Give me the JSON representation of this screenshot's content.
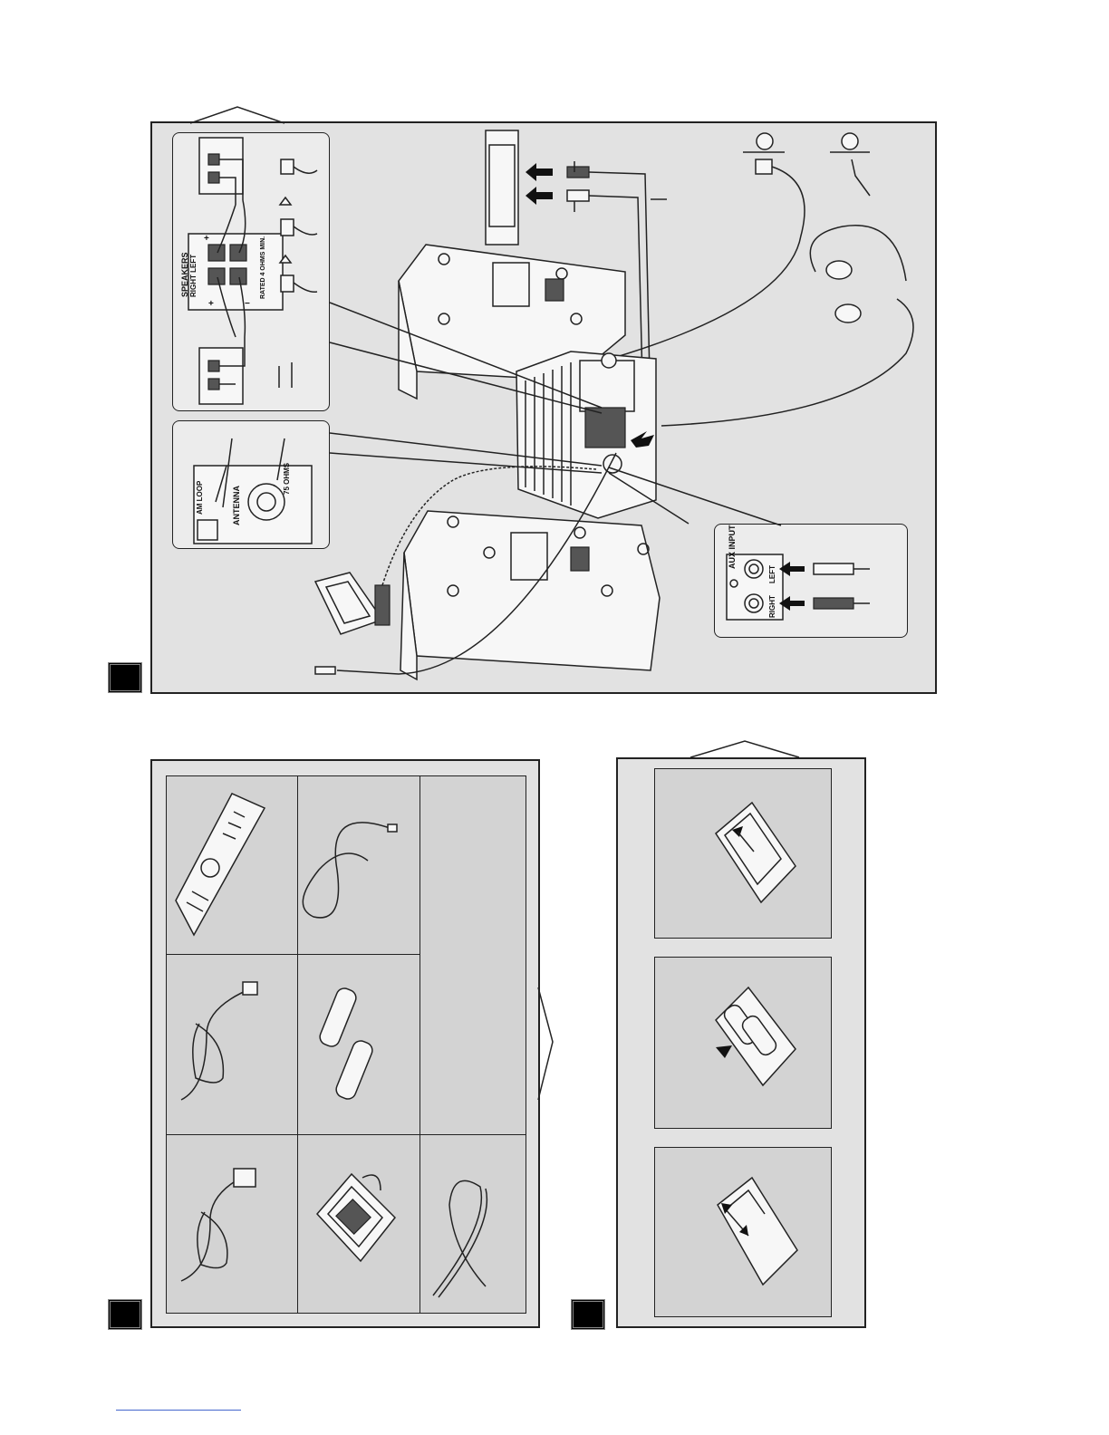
{
  "figures": {
    "connection": {
      "speaker_terminals": {
        "heading": "SPEAKERS",
        "sub": "RIGHT  LEFT",
        "plus": "+",
        "minus": "−",
        "rated": "RATED 4 OHMS MIN."
      },
      "antenna": {
        "am_loop": "AM LOOP",
        "antenna": "ANTENNA",
        "ohms": "75 OHMS"
      },
      "aux": {
        "title": "AUX  INPUT",
        "left": "LEFT",
        "right": "RIGHT"
      }
    }
  }
}
